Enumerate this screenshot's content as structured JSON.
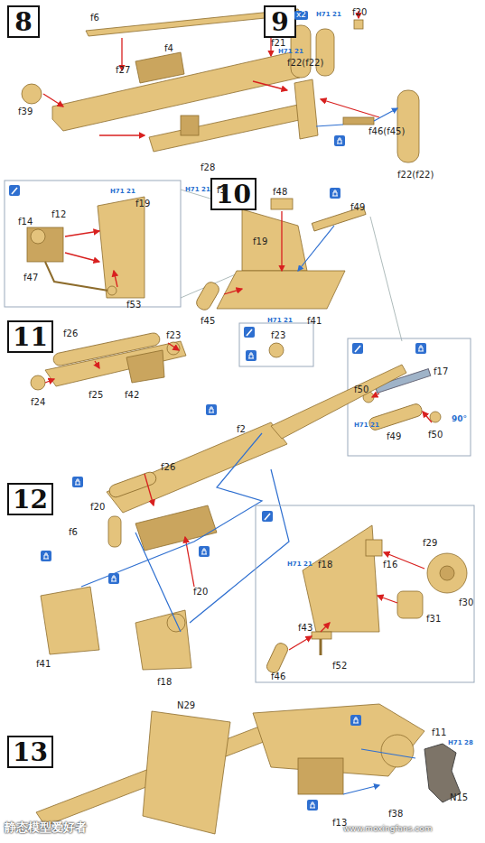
{
  "diagram": {
    "nodes": [
      {
        "text": [
          "8"
        ]
      },
      {
        "text": [
          "9"
        ]
      },
      {
        "text": [
          "10"
        ]
      },
      {
        "text": [
          "11"
        ]
      },
      {
        "text": [
          "12"
        ]
      },
      {
        "text": [
          "13"
        ]
      }
    ],
    "labels": [
      "f6",
      "f4",
      "f27",
      "f39",
      "f28",
      "H71 21",
      "f3",
      "x2",
      "H71 21",
      "f20",
      "f21",
      "H71 21",
      "f22(f22)",
      "f46(f45)",
      "f22(f22)",
      "H71 21",
      "f19",
      "f14",
      "f12",
      "f47",
      "f53",
      "f48",
      "f49",
      "f19",
      "f45",
      "H71 21",
      "f41",
      "f26",
      "f23",
      "f23",
      "f24",
      "f25",
      "f42",
      "f50",
      "f17",
      "H71 21",
      "f49",
      "f50",
      "90°",
      "f26",
      "f2",
      "f20",
      "f6",
      "f20",
      "f41",
      "f18",
      "f29",
      "H71 21",
      "f18",
      "f16",
      "f30",
      "f31",
      "f43",
      "f46",
      "f52",
      "N29",
      "f11",
      "H71 28",
      "N15",
      "f38",
      "f13",
      "静态模型爱好者",
      "www.moxingfans.com"
    ]
  }
}
